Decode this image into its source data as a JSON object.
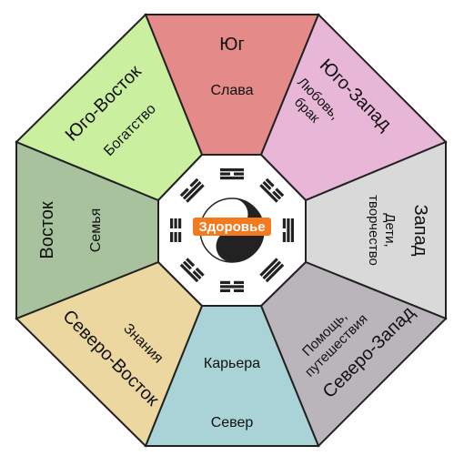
{
  "sectors": {
    "south": {
      "direction": "Юг",
      "area": "Слава",
      "color": "#e48a89"
    },
    "southwest": {
      "direction": "Юго-Запад",
      "area_line1": "Любовь,",
      "area_line2": "брак",
      "color": "#e8b6d6"
    },
    "west": {
      "direction": "Запад",
      "area_line1": "Дети,",
      "area_line2": "творчество",
      "color": "#d9d9d9"
    },
    "northwest": {
      "direction": "Северо-Запад",
      "area_line1": "Помощь,",
      "area_line2": "путешествия",
      "color": "#bab5ba"
    },
    "north": {
      "direction": "Север",
      "area": "Карьера",
      "color": "#a9d3d6"
    },
    "northeast": {
      "direction": "Северо-Восток",
      "area": "Знания",
      "color": "#ecd7a0"
    },
    "east": {
      "direction": "Восток",
      "area": "Семья",
      "color": "#a8c29e"
    },
    "southeast": {
      "direction": "Юго-Восток",
      "area": "Богатство",
      "color": "#c9ef9f"
    }
  },
  "center": {
    "label": "Здоровье",
    "label_color": "#f47a1f"
  }
}
